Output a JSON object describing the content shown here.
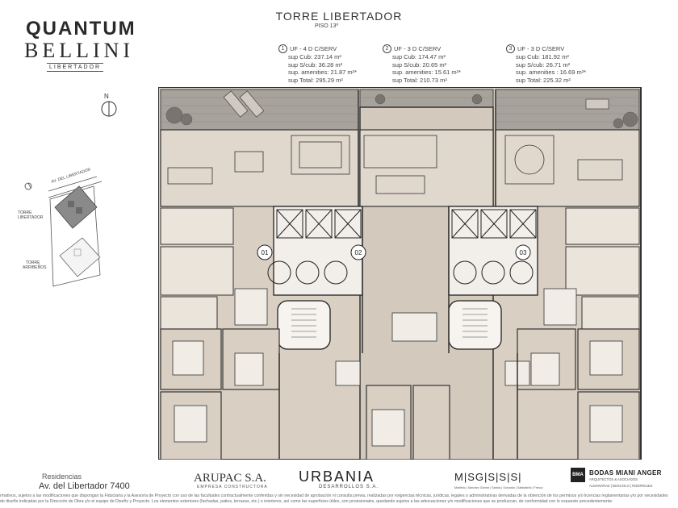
{
  "brand": {
    "line1": "QUANTUM",
    "line2": "BELLINI",
    "line3": "LIBERTADOR"
  },
  "header": {
    "title": "TORRE  LIBERTADOR",
    "floor": "PISO  13º"
  },
  "units": [
    {
      "number": "1",
      "title": "UF - 4 D C/SERV",
      "rows": [
        "sup Cub:      237.14 m²",
        "sup S/cub:     36.28 m²",
        "sup. amenities: 21.87 m²*",
        "sup Total: 295.29 m²"
      ]
    },
    {
      "number": "2",
      "title": "UF - 3 D C/SERV",
      "rows": [
        "sup Cub: 174.47 m²",
        "sup S/cub:        20.65 m²",
        "sup. amenities: 15.61 m²*",
        "sup Total: 210.73 m²"
      ]
    },
    {
      "number": "3",
      "title": "UF - 3 D C/SERV",
      "rows": [
        "sup Cub:  181.92 m²",
        "sup S/cub:      26.71 m²",
        "sup. amenities : 16.69 m²*",
        "sup Total: 225.32 m²"
      ]
    }
  ],
  "plan_labels": {
    "unit1": "01",
    "unit2": "02",
    "unit3": "03"
  },
  "compass": {
    "label": "N"
  },
  "site_plan": {
    "street": "AV. DEL LIBERTADOR",
    "tower1": "TORRE\nLIBERTADOR",
    "tower2": "TORRE\nARRIBEÑOS"
  },
  "footer": {
    "residencias": "Residencias",
    "address": "Av. del Libertador  7400",
    "arupac": "ARUPAC S.A.",
    "arupac_sub": "EMPRESA CONSTRUCTORA",
    "urbania": "URBANIA",
    "urbania_sub": "DESARROLLOS S.A.",
    "msgsss": "M|SG|S|S|S|",
    "msgsss_sub": "Mariñelo | Sánchez Gómez | Santos | Sorcardo | Sabbatiello | Fresco",
    "bma_box": "BMA",
    "bma_title": "BODAS MIANI ANGER",
    "bma_sub": "ARQUITECTOS & ASOCIADOS",
    "bma_sub2": "ALMANÁRAZ | BOSCOLO | RODRÍGUEZ",
    "disclaimer": "rmativos, sujetos a las modificaciones que dispongan la Fiduciaria y la Asesoría de Proyecto con uso de las facultades contractualmente conferidas y sin necesidad de aprobación ni consulta previa, realizadas por exigencias técnicas, jurídicas, legales o administrativas derivadas de la obtención de los permisos y/o licencias reglamentarias y/o por necesidades\nde diseño indicadas por la Dirección de Obra y/o el equipo de Diseño y Proyecto. Los elementos exteriores (fachadas, patios, terrazas, etc.) e interiores, así como las superficies útiles, son provisionales, quedando sujetos a las adecuaciones y/o modificaciones que se produzcan, de conformidad con lo expuesto precedentemente."
  }
}
